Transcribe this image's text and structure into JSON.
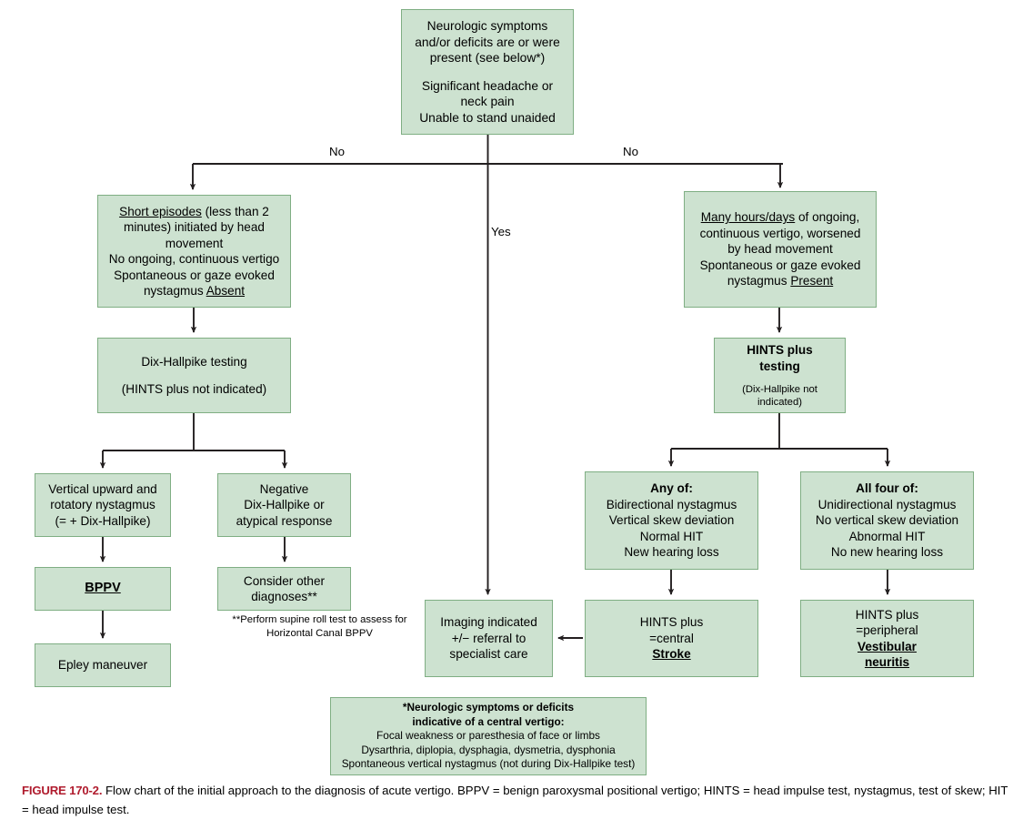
{
  "figure": {
    "number_label": "FIGURE 170-2.",
    "caption_text": " Flow chart of the initial approach to the diagnosis of acute vertigo. BPPV = benign paroxysmal positional vertigo; HINTS = head impulse test, nystagmus, test of skew; HIT = head impulse test.",
    "accent_color": "#b01c2e",
    "box_fill_color": "#cde2d0",
    "box_border_color": "#7fae83",
    "connector_color": "#231f20"
  },
  "nodes": {
    "root": {
      "lines": [
        "Neurologic symptoms",
        "and/or deficits are or were",
        "present (see below*)",
        "",
        "Significant headache or",
        "neck pain",
        "Unable to stand unaided"
      ]
    },
    "short_episodes": {
      "lines": [
        "Short episodes (less than 2",
        "minutes) initiated by head",
        "movement",
        "No ongoing, continuous vertigo",
        "Spontaneous or gaze evoked",
        "nystagmus Absent"
      ],
      "underlined_terms": [
        "Short episodes",
        "Absent"
      ]
    },
    "many_hours": {
      "lines": [
        "Many hours/days of ongoing,",
        "continuous vertigo, worsened",
        "by head movement",
        "Spontaneous or gaze evoked",
        "nystagmus Present"
      ],
      "underlined_terms": [
        "Many hours/days",
        "Present"
      ]
    },
    "dix_hallpike_testing": {
      "lines": [
        "Dix-Hallpike testing",
        "",
        "(HINTS plus not indicated)"
      ]
    },
    "hints_plus_testing": {
      "lines": [
        "HINTS plus",
        "testing",
        "",
        "(Dix-Hallpike not",
        "indicated)"
      ]
    },
    "vertical_nystagmus": {
      "lines": [
        "Vertical upward and",
        "rotatory nystagmus",
        "(= + Dix-Hallpike)"
      ]
    },
    "negative_dix": {
      "lines": [
        "Negative",
        "Dix-Hallpike or",
        "atypical response"
      ]
    },
    "bppv": {
      "lines": [
        "BPPV"
      ]
    },
    "consider_other": {
      "lines": [
        "Consider other",
        "diagnoses**"
      ]
    },
    "epley": {
      "lines": [
        "Epley maneuver"
      ]
    },
    "any_of": {
      "lines": [
        "Any of:",
        "Bidirectional nystagmus",
        "Vertical skew deviation",
        "Normal HIT",
        "New hearing loss"
      ]
    },
    "all_four_of": {
      "lines": [
        "All four of:",
        "Unidirectional nystagmus",
        "No vertical skew deviation",
        "Abnormal HIT",
        "No new hearing loss"
      ]
    },
    "imaging": {
      "lines": [
        "Imaging indicated",
        "+/− referral to",
        "specialist care"
      ]
    },
    "hints_central": {
      "lines": [
        "HINTS plus",
        "=central",
        "Stroke"
      ]
    },
    "hints_peripheral": {
      "lines": [
        "HINTS plus",
        "=peripheral",
        "Vestibular",
        "neuritis"
      ]
    },
    "footnote_box": {
      "lines": [
        "*Neurologic symptoms or deficits",
        "indicative of a central vertigo:",
        "Focal weakness or paresthesia of face or limbs",
        "Dysarthria, diplopia, dysphagia, dysmetria, dysphonia",
        "Spontaneous vertical nystagmus (not during Dix-Hallpike test)"
      ]
    }
  },
  "edge_labels": {
    "no_left": "No",
    "no_right": "No",
    "yes": "Yes"
  },
  "notes": {
    "supine_roll": {
      "lines": [
        "**Perform supine roll test to",
        "assess for Horizontal Canal BPPV"
      ]
    }
  }
}
